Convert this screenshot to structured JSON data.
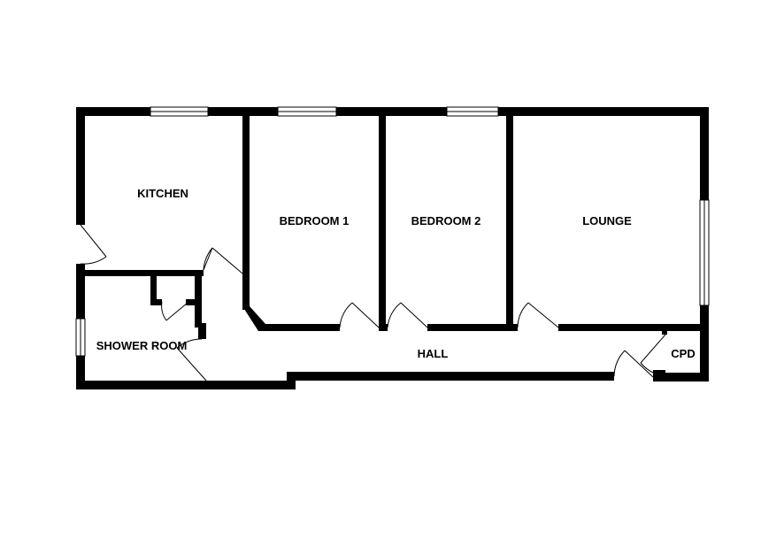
{
  "floorplan": {
    "rooms": {
      "kitchen": "KITCHEN",
      "bedroom1": "BEDROOM 1",
      "bedroom2": "BEDROOM 2",
      "lounge": "LOUNGE",
      "shower_room": "SHOWER ROOM",
      "hall": "HALL",
      "cpd": "CPD"
    },
    "colors": {
      "wall": "#000000",
      "background": "#ffffff"
    }
  }
}
